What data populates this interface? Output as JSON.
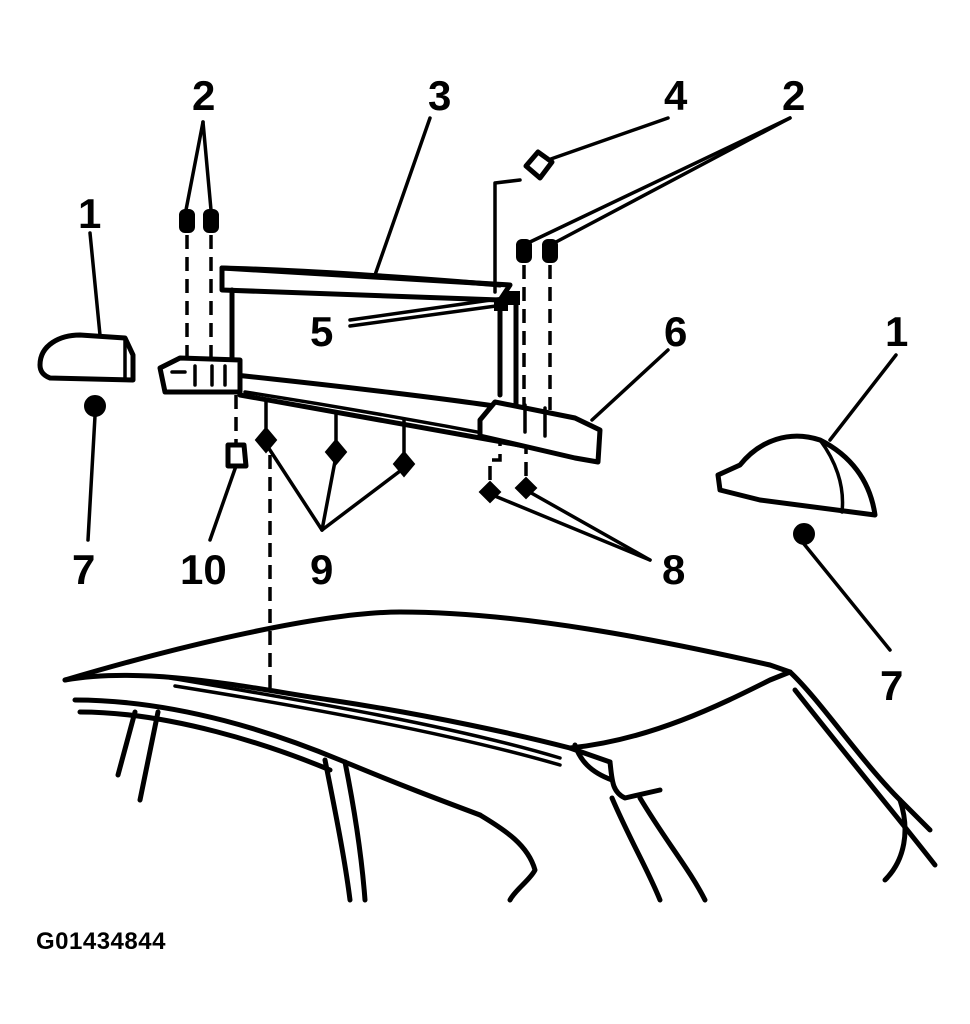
{
  "diagram": {
    "figure_id": "G01434844",
    "labels": {
      "l1_left": "1",
      "l1_right": "1",
      "l2_left": "2",
      "l2_right": "2",
      "l3": "3",
      "l4": "4",
      "l5": "5",
      "l6": "6",
      "l7_left": "7",
      "l7_right": "7",
      "l8": "8",
      "l9": "9",
      "l10": "10"
    }
  }
}
